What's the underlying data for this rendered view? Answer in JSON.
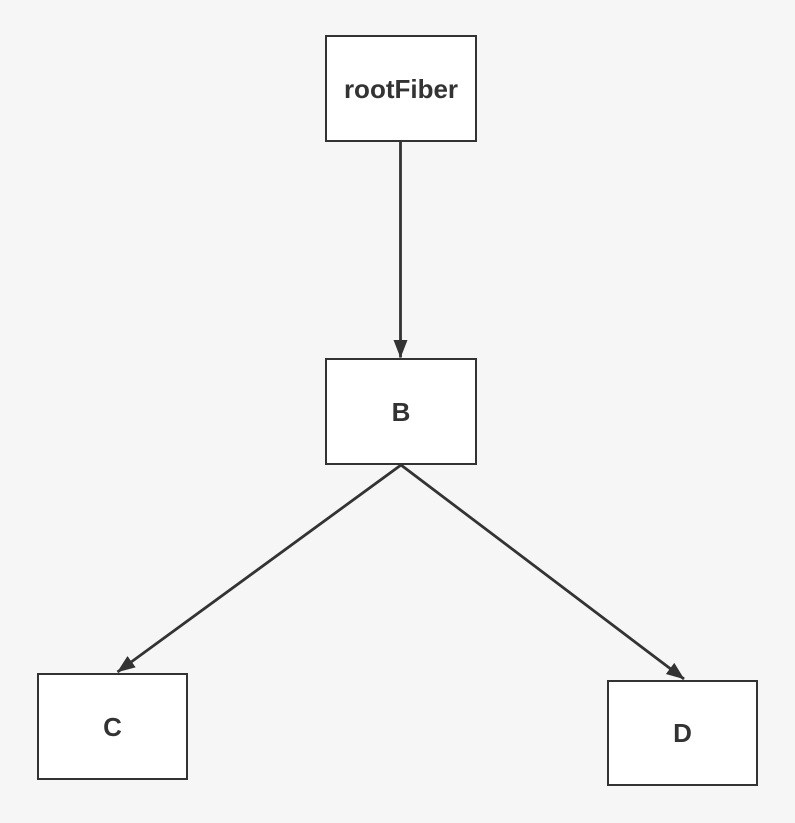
{
  "diagram": {
    "colors": {
      "bg": "#f6f6f6",
      "node-fill": "#ffffff",
      "node-border": "#333333",
      "text": "#333333",
      "line": "#333333"
    },
    "nodes": {
      "root": {
        "label": "rootFiber"
      },
      "b": {
        "label": "B"
      },
      "c": {
        "label": "C"
      },
      "d": {
        "label": "D"
      }
    },
    "edges": [
      {
        "from": "rootFiber",
        "to": "B"
      },
      {
        "from": "B",
        "to": "C"
      },
      {
        "from": "B",
        "to": "D"
      }
    ]
  }
}
